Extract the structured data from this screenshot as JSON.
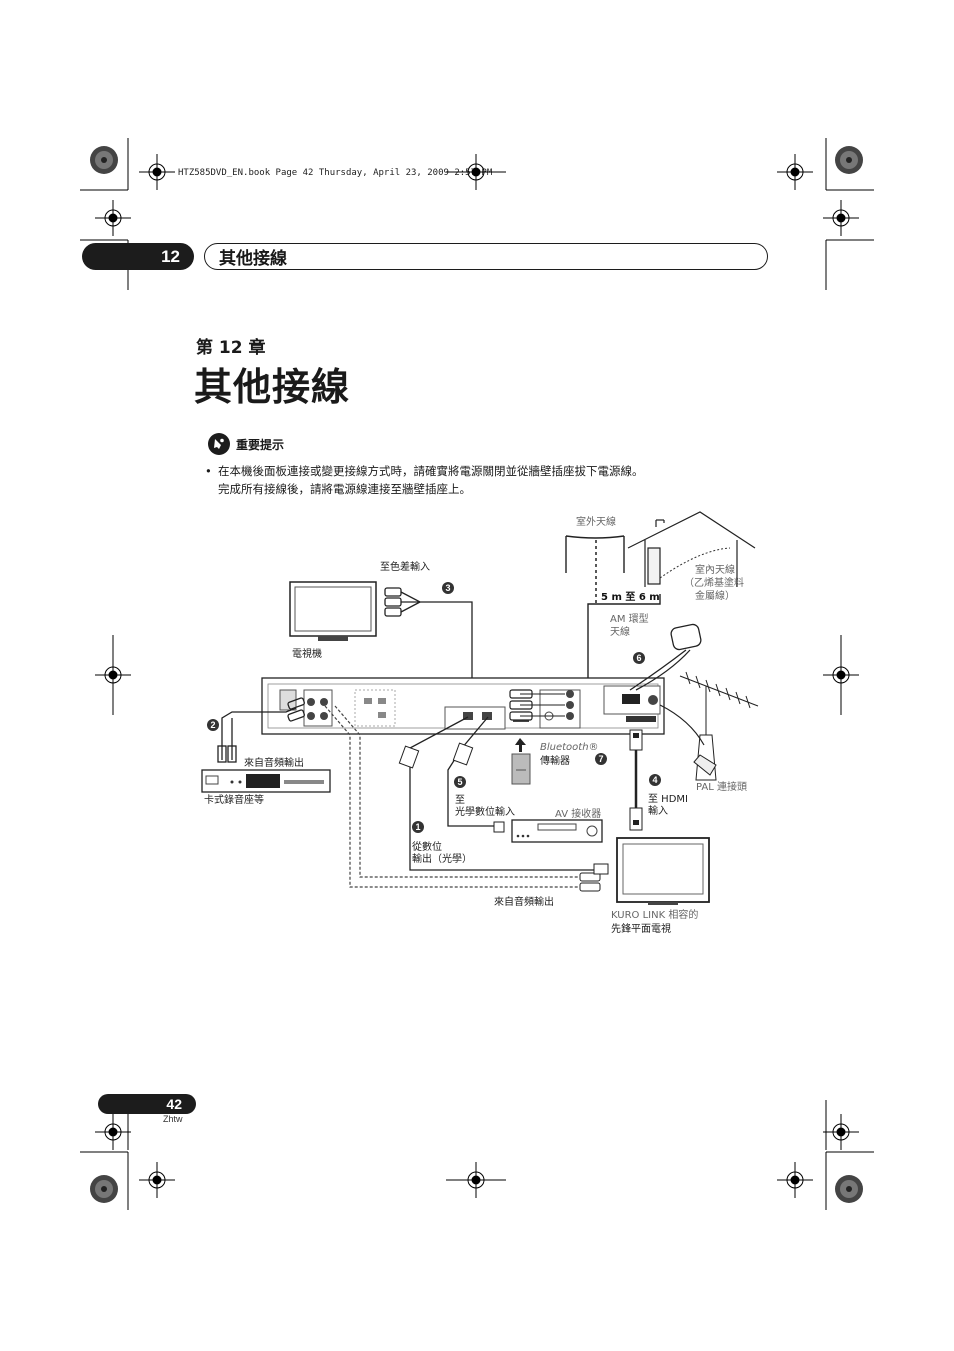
{
  "print_header": "HTZ585DVD_EN.book  Page 42  Thursday, April 23, 2009  2:57 PM",
  "chapter": {
    "number": "12",
    "title": "其他接線",
    "label": "第 12 章",
    "heading": "其他接線"
  },
  "important": {
    "title": "重要提示"
  },
  "bullet": {
    "line1": "在本機後面板連接或變更接線方式時，請確實將電源關閉並從牆壁插座拔下電源線。",
    "line2": "完成所有接線後，請將電源線連接至牆壁插座上。"
  },
  "diagram": {
    "outdoor_antenna": "室外天線",
    "indoor_antenna_1": "室內天線",
    "indoor_antenna_2": "（乙烯基塗料",
    "indoor_antenna_3": "金屬線）",
    "distance": "5 m 至 6 m",
    "to_component_input": "至色差輸入",
    "tv": "電視機",
    "am_loop_1": "AM 環型",
    "am_loop_2": "天線",
    "bluetooth": "Bluetooth®",
    "bluetooth_adapter": "傳輸器",
    "audio_out_from": "來自音頻輸出",
    "cassette_deck": "卡式錄音座等",
    "to_optical_1": "至",
    "to_optical_2": "光學數位輸入",
    "av_receiver": "AV 接收器",
    "from_digital_1": "從數位",
    "from_digital_2": "輸出（光學）",
    "to_hdmi_1": "至 HDMI",
    "to_hdmi_2": "輸入",
    "pal_connector": "PAL 連接頭",
    "audio_out_from_2": "來自音頻輸出",
    "kuro_1": "KURO LINK 相容的",
    "kuro_2": "先鋒平面電視",
    "n1": "1",
    "n2": "2",
    "n3": "3",
    "n4": "4",
    "n5": "5",
    "n6": "6",
    "n7": "7"
  },
  "page": {
    "number": "42",
    "lang": "Zhtw"
  }
}
